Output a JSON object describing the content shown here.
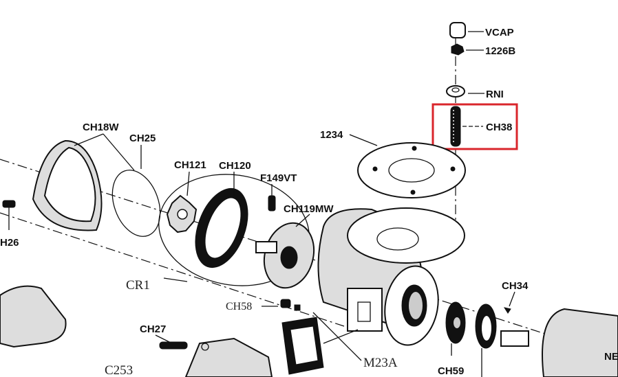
{
  "diagram": {
    "title": "Pump exploded parts diagram",
    "highlight_color": "#d9252b",
    "highlighted_part": "CH38",
    "labels": {
      "vcap": "VCAP",
      "p1226b": "1226B",
      "rni": "RNI",
      "ch38": "CH38",
      "p1234": "1234",
      "ch18w": "CH18W",
      "ch25": "CH25",
      "ch121": "CH121",
      "ch120": "CH120",
      "f149vt": "F149VT",
      "ch119mw": "CH119MW",
      "ch26": "H26",
      "cr1": "CR1",
      "ch58": "CH58",
      "ch34": "CH34",
      "ch27": "CH27",
      "m23a": "M23A",
      "ch59": "CH59",
      "c253": "C253",
      "ne": "NE"
    }
  }
}
